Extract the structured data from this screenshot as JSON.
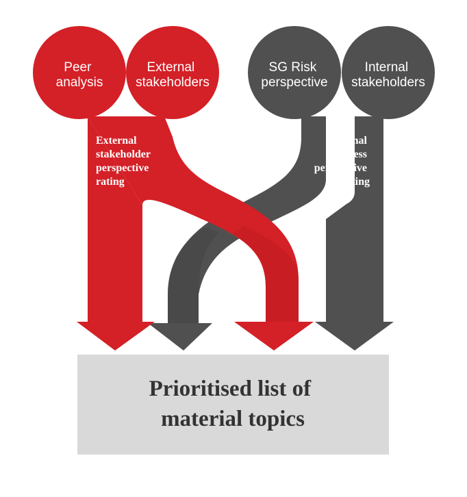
{
  "colors": {
    "red": "#d42027",
    "red_shade": "#b91b20",
    "gray": "#505050",
    "gray_shade": "#3c3c3c",
    "box": "#d9d9d9",
    "box_text": "#333333",
    "white_text": "#ffffff"
  },
  "inputs": {
    "peer_analysis": {
      "line1": "Peer",
      "line2": "analysis"
    },
    "external_stakeholders": {
      "line1": "External",
      "line2": "stakeholders"
    },
    "sg_risk_perspective": {
      "line1": "SG Risk",
      "line2": "perspective"
    },
    "internal_stakeholders": {
      "line1": "Internal",
      "line2": "stakeholders"
    }
  },
  "external_rating": [
    "External",
    "stakeholder",
    "perspective",
    "rating"
  ],
  "internal_rating": [
    "Internal",
    "business",
    "perspective",
    "rating"
  ],
  "result": {
    "line1": "Prioritised list of",
    "line2": "material topics"
  }
}
